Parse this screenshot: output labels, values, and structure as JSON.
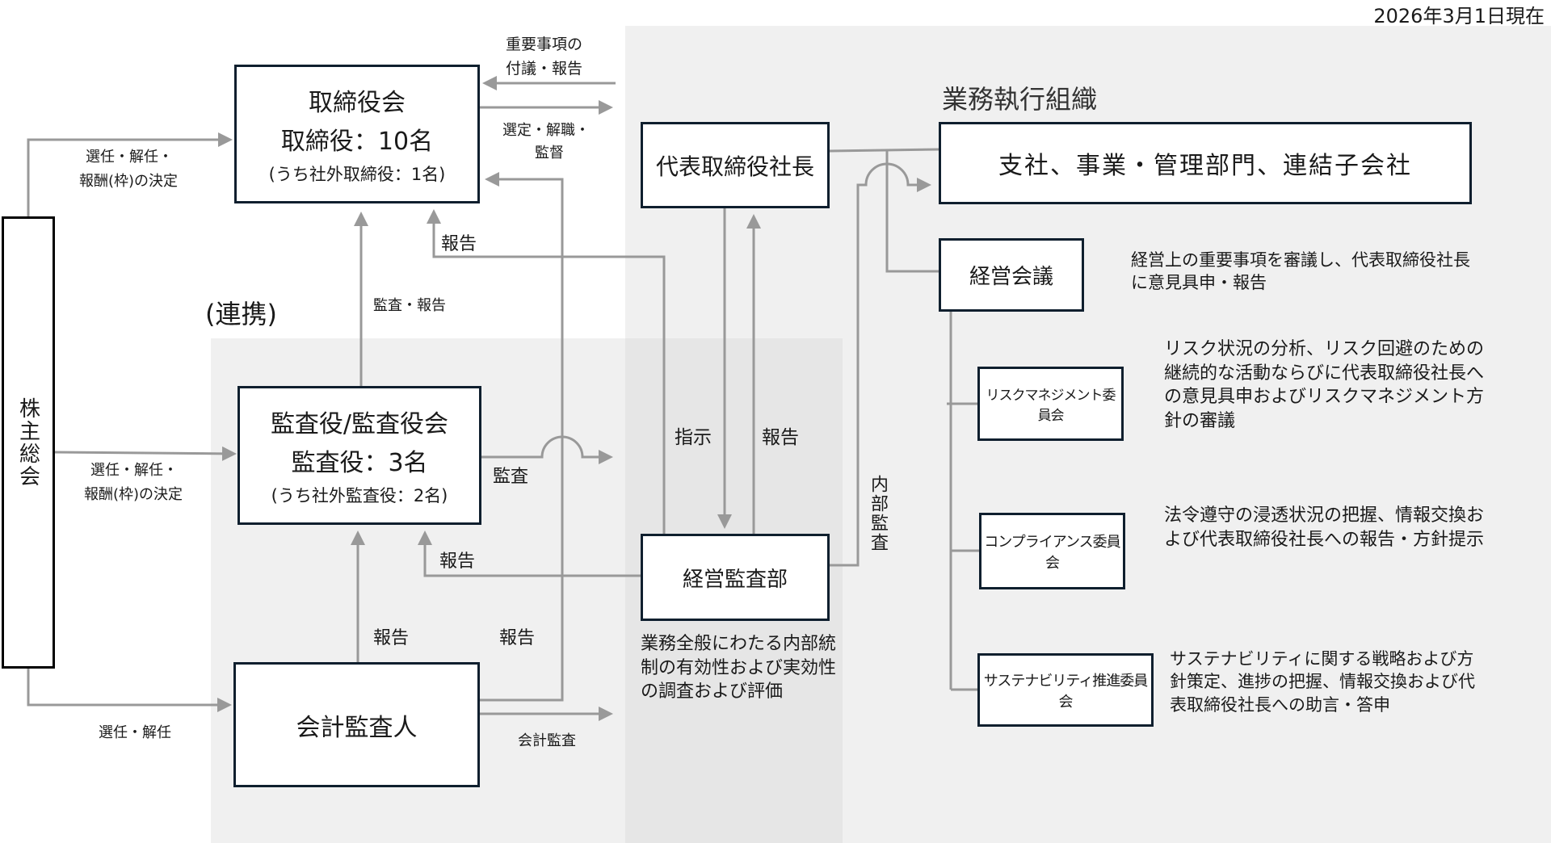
{
  "date_label": "2026年3月1日現在",
  "regions": {
    "execution_title": "業務執行組織",
    "cooperation_label": "(連携)"
  },
  "boxes": {
    "shareholders": "株主総会",
    "board": {
      "title": "取締役会",
      "members": "取締役：10名",
      "note": "(うち社外取締役：1名)"
    },
    "auditors": {
      "title": "監査役/監査役会",
      "members": "監査役：3名",
      "note": "(うち社外監査役：2名)"
    },
    "accountant": "会計監査人",
    "president": "代表取締役社長",
    "business": "支社、事業・管理部門、連結子会社",
    "management_meeting": "経営会議",
    "risk_committee": "リスクマネジメント委員会",
    "compliance_committee": "コンプライアンス委員会",
    "sustainability_committee": "サステナビリティ推進委員会",
    "internal_audit": "経営監査部"
  },
  "descriptions": {
    "management_meeting": "経営上の重要事項を審議し、代表取締役社長に意見具申・報告",
    "risk_committee": "リスク状況の分析、リスク回避のための継続的な活動ならびに代表取締役社長への意見具申およびリスクマネジメント方針の審議",
    "compliance_committee": "法令遵守の浸透状況の把握、情報交換および代表取締役社長への報告・方針提示",
    "sustainability_committee": "サステナビリティに関する戦略および方針策定、進捗の把握、情報交換および代表取締役社長への助言・答申",
    "internal_audit": "業務全般にわたる内部統制の有効性および実効性の調査および評価"
  },
  "arrows": {
    "sh_to_board_1": "選任・解任・",
    "sh_to_board_2": "報酬(枠)の決定",
    "sh_to_audit_1": "選任・解任・",
    "sh_to_audit_2": "報酬(枠)の決定",
    "sh_to_accountant": "選任・解任",
    "to_board_1": "重要事項の",
    "to_board_2": "付議・報告",
    "from_board_1": "選定・解職・",
    "from_board_2": "監督",
    "audit_to_board": "監査・報告",
    "internal_to_board": "報告",
    "audit_out": "監査",
    "internal_to_audit": "報告",
    "accountant_to_audit": "報告",
    "accountant_to_board": "報告",
    "accountant_out": "会計監査",
    "instruction": "指示",
    "report_to_president": "報告",
    "internal_audit_v": "内部監査"
  },
  "colors": {
    "line": "#999999",
    "box_border": "#0f1f2e",
    "region_light": "#f0f0f0",
    "region_dark": "#e6e6e6"
  }
}
